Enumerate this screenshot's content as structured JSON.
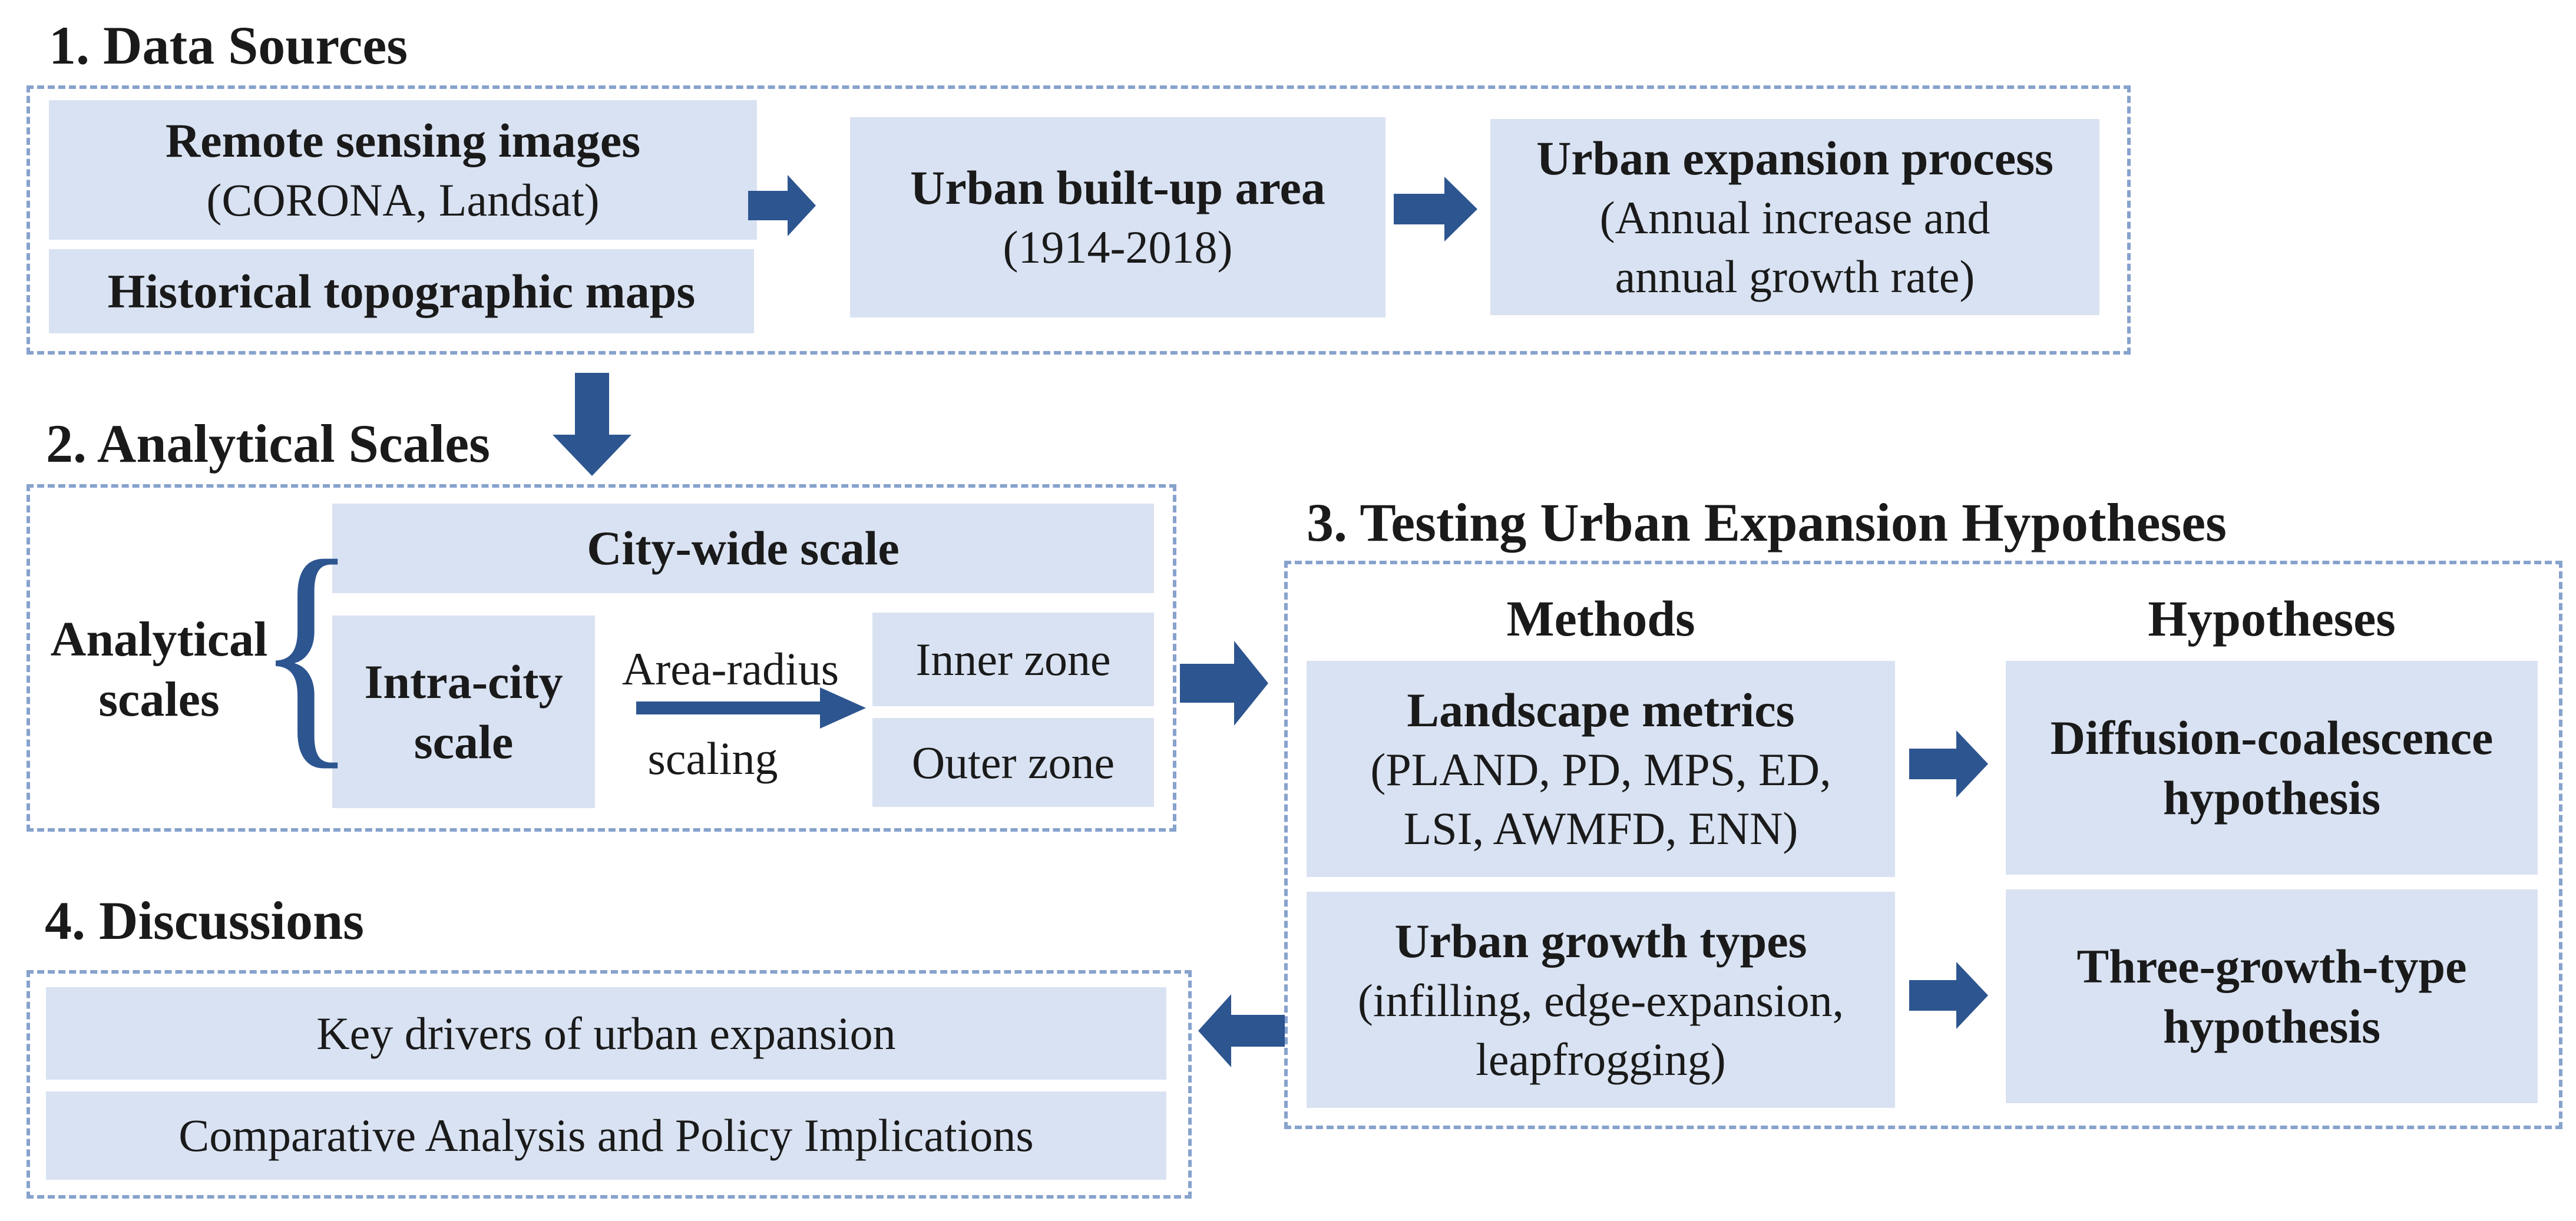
{
  "colors": {
    "box_fill": "#D9E2F2",
    "dashed_border": "#87A2CC",
    "arrow": "#2D5590",
    "text": "#1A1A1A"
  },
  "sections": {
    "s1": {
      "heading": "1. Data Sources"
    },
    "s2": {
      "heading": "2. Analytical Scales"
    },
    "s3": {
      "heading": "3. Testing Urban Expansion Hypotheses"
    },
    "s4": {
      "heading": "4. Discussions"
    }
  },
  "columns": {
    "methods": "Methods",
    "hypotheses": "Hypotheses"
  },
  "labels": {
    "analytical_line1": "Analytical",
    "analytical_line2": "scales",
    "area_radius_line1": "Area-radius",
    "area_radius_line2": "scaling",
    "brace_glyph": "{"
  },
  "boxes": {
    "remote": {
      "line1": "Remote sensing images",
      "line2": "(CORONA, Landsat)"
    },
    "hist": {
      "line1": "Historical topographic maps"
    },
    "builtup": {
      "line1": "Urban built-up area",
      "line2": "(1914-2018)"
    },
    "expansion": {
      "line1": "Urban expansion process",
      "line2": "(Annual increase and",
      "line3": "annual growth rate)"
    },
    "citywide": {
      "line1": "City-wide scale"
    },
    "intracity": {
      "line1": "Intra-city",
      "line2": "scale"
    },
    "inner": {
      "line1": "Inner zone"
    },
    "outer": {
      "line1": "Outer zone"
    },
    "landscape": {
      "line1": "Landscape metrics",
      "line2": "(PLAND, PD, MPS, ED,",
      "line3": "LSI, AWMFD, ENN)"
    },
    "growth": {
      "line1": "Urban growth types",
      "line2": "(infilling, edge-expansion,",
      "line3": "leapfrogging)"
    },
    "diffusion": {
      "line1": "Diffusion-coalescence",
      "line2": "hypothesis"
    },
    "threegrowth": {
      "line1": "Three-growth-type",
      "line2": "hypothesis"
    },
    "keydrivers": {
      "line1": "Key drivers of urban expansion"
    },
    "comparative": {
      "line1": "Comparative Analysis and Policy Implications"
    }
  }
}
